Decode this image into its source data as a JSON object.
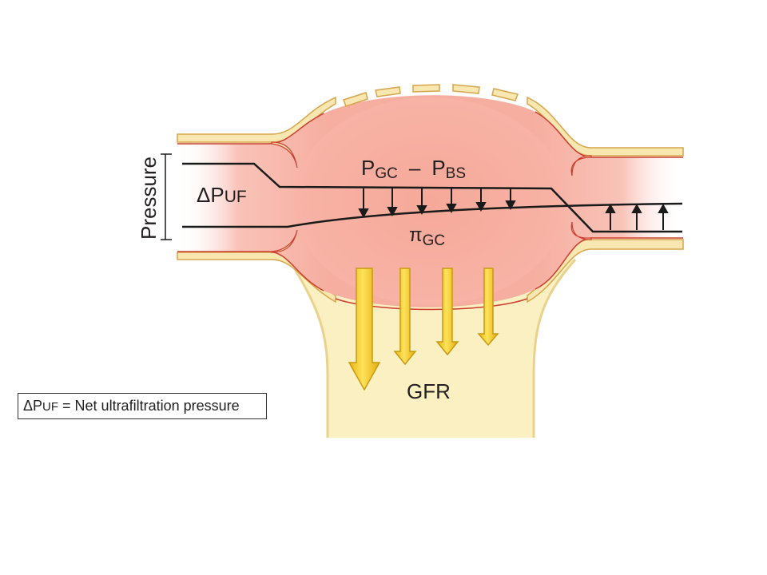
{
  "diagram": {
    "y_axis_label": "Pressure",
    "delta_p_label": {
      "prefix": "ΔP",
      "sub": "UF"
    },
    "hydrostatic_label": {
      "p1": "P",
      "sub1": "GC",
      "minus": "–",
      "p2": "P",
      "sub2": "BS"
    },
    "oncotic_label": {
      "symbol": "π",
      "sub": "GC"
    },
    "gfr_label": "GFR"
  },
  "legend": {
    "prefix": "ΔP",
    "sub": "UF",
    "text": " = Net ultrafiltration pressure"
  },
  "colors": {
    "capillary_fill": "#f6aea0",
    "wall_fill": "#f8e7b1",
    "wall_edge": "#d5a54b",
    "inner_edge": "#cc3d2e",
    "bowman_fill": "#fbf0c2",
    "gfr_arrow": "#f2c61c",
    "gfr_arrow_edge": "#c79a10",
    "line": "#1a1a1a"
  }
}
